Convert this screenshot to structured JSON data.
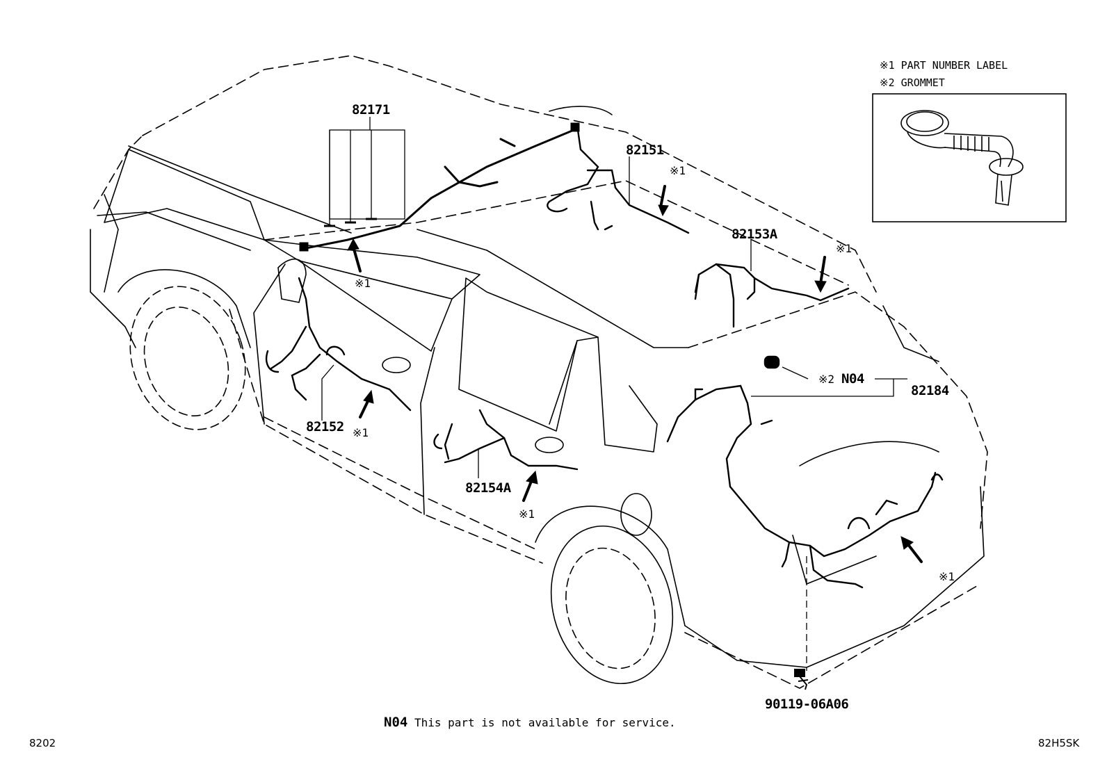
{
  "legend": {
    "item1": "※1 PART NUMBER LABEL",
    "item2": "※2 GROMMET"
  },
  "parts": {
    "p82171": "82171",
    "p82151": "82151",
    "p82153A": "82153A",
    "p82152": "82152",
    "p82154A": "82154A",
    "p82184": "82184",
    "pN04": "N04",
    "p90119": "90119-06A06"
  },
  "marks": {
    "label_mark": "※1",
    "grommet_mark": "※2"
  },
  "note": {
    "code": "N04",
    "text": "This part is not available for service."
  },
  "footer": {
    "left": "8202",
    "right": "82H5SK"
  }
}
